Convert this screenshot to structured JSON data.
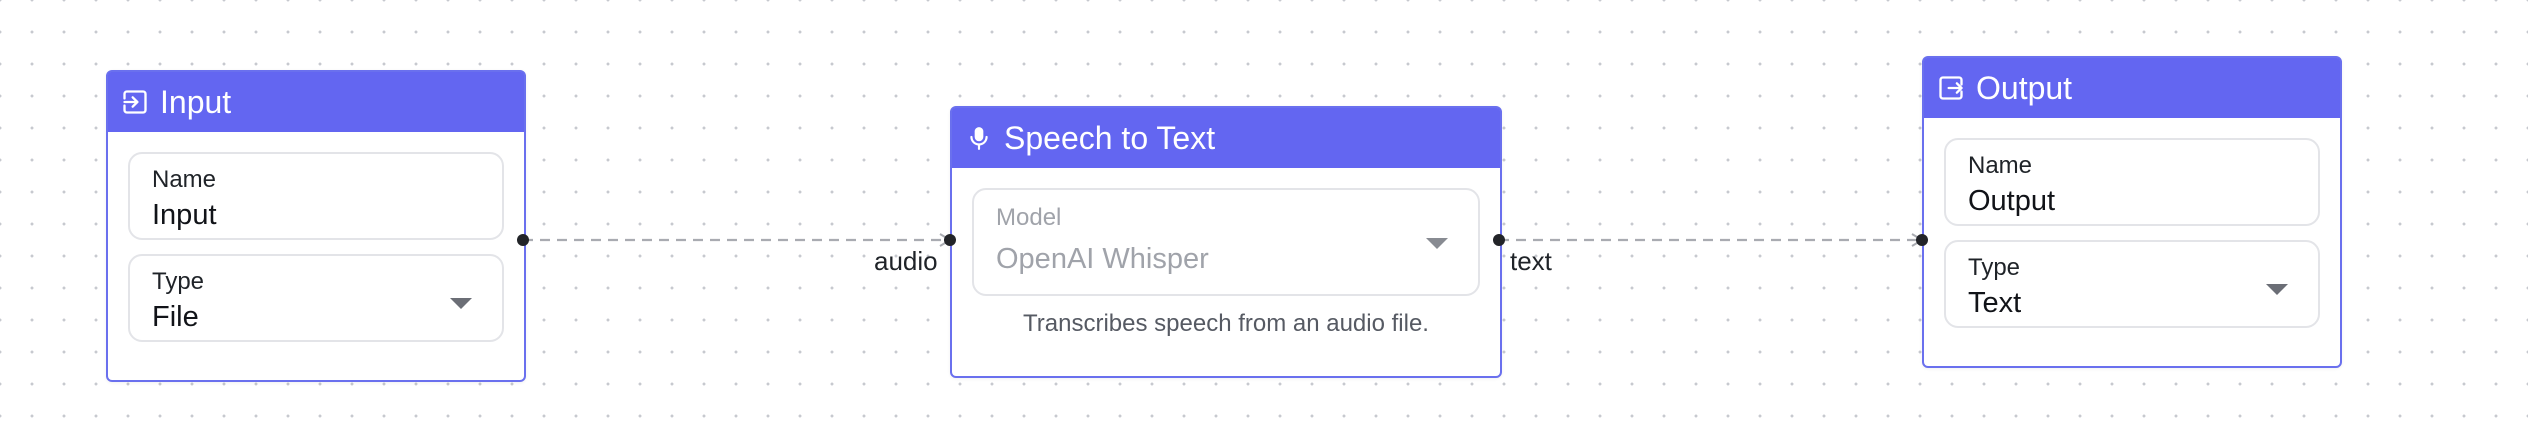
{
  "nodes": {
    "input": {
      "title": "Input",
      "icon": "enter-icon",
      "fields": {
        "name": {
          "label": "Name",
          "value": "Input"
        },
        "type": {
          "label": "Type",
          "value": "File"
        }
      }
    },
    "speech": {
      "title": "Speech to Text",
      "icon": "microphone-icon",
      "model": {
        "label": "Model",
        "value": "OpenAI Whisper"
      },
      "description": "Transcribes speech from an audio file.",
      "ports": {
        "in": "audio",
        "out": "text"
      }
    },
    "output": {
      "title": "Output",
      "icon": "exit-icon",
      "fields": {
        "name": {
          "label": "Name",
          "value": "Output"
        },
        "type": {
          "label": "Type",
          "value": "Text"
        }
      }
    }
  },
  "colors": {
    "header": "#6366f1",
    "border": "#6a70ee",
    "edge": "#a9abb1",
    "grid_dot": "#c7c9cf"
  }
}
